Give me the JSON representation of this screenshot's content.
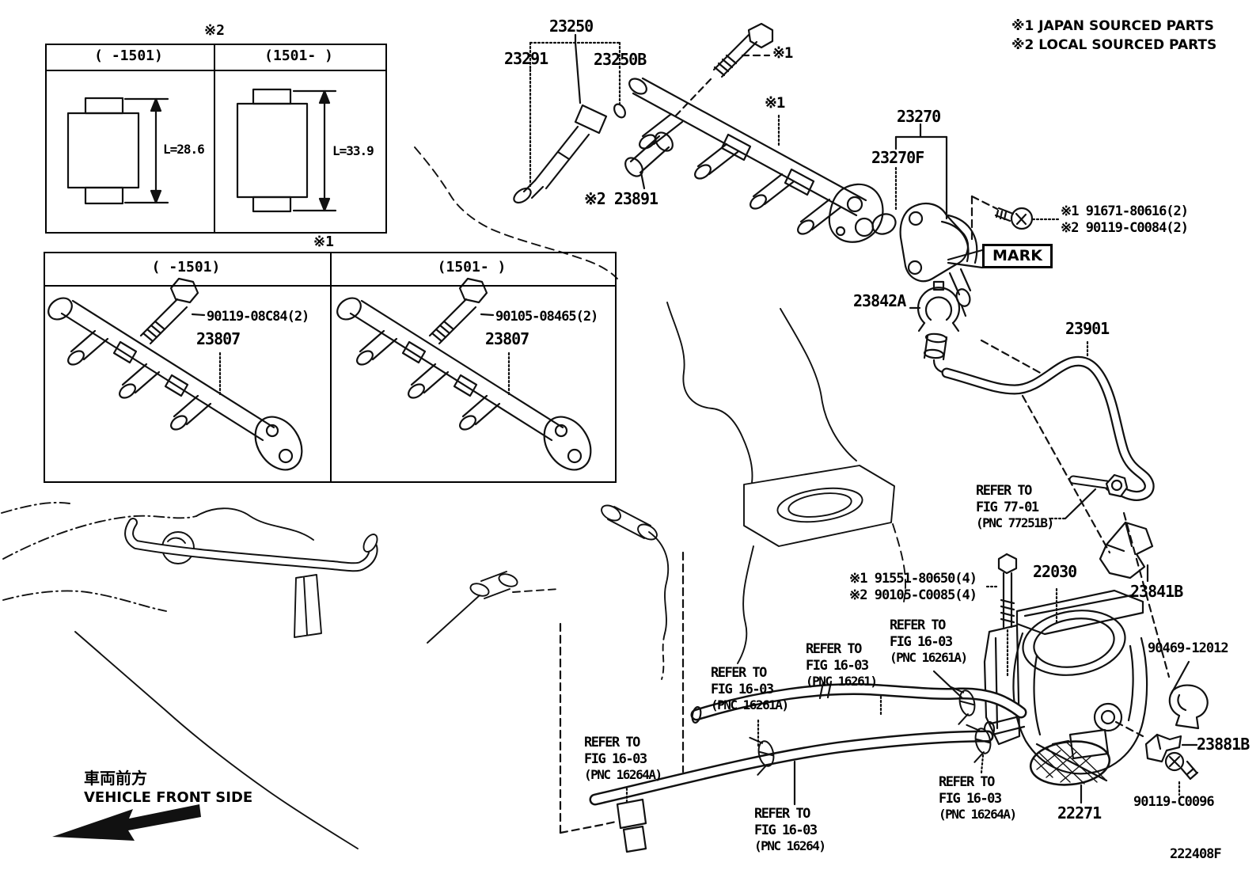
{
  "page": {
    "drawing_number": "222408F",
    "ink": "#000000",
    "paper": "#ffffff"
  },
  "legend": {
    "line1": "※1 JAPAN SOURCED PARTS",
    "line2": "※2 LOCAL SOURCED PARTS"
  },
  "vehicle_front": {
    "jp": "車両前方",
    "en": "VEHICLE FRONT SIDE"
  },
  "damper_table": {
    "title": "※2",
    "col_left": "(      -1501)",
    "col_right": "(1501-      )",
    "dim_left": "L=28.6",
    "dim_right": "L=33.9"
  },
  "rail_table": {
    "title": "※1",
    "col_left": "(      -1501)",
    "col_right": "(1501-      )",
    "left_bolt": "90119-08C84(2)",
    "left_rail": "23807",
    "right_bolt": "90105-08465(2)",
    "right_rail": "23807"
  },
  "callouts": {
    "rail_assy": "23250",
    "injector": "23291",
    "oring_upper": "23250B",
    "star1_bolt": "※1",
    "star1_rail": "※1",
    "damper": "※2 23891",
    "regulator": "23270",
    "regulator_oring": "23270F",
    "union_bolt_l1": "※1 91671-80616(2)",
    "union_bolt_l2": "※2 90119-C0084(2)",
    "mark": "MARK",
    "clip": "23842A",
    "hose": "23901",
    "tb_bolt_l1": "※1 91551-80650(4)",
    "tb_bolt_l2": "※2 90105-C0085(4)",
    "throttle_body": "22030",
    "clamp_rear": "23841B",
    "clamp_side": "90469-12012",
    "bracket": "23881B",
    "bracket_bolt": "90119-C0096",
    "gasket": "22271"
  },
  "refs": {
    "fig7701": {
      "l1": "REFER TO",
      "l2": "FIG 77-01",
      "l3": "(PNC 77251B)"
    },
    "fig16264a_left": {
      "l1": "REFER TO",
      "l2": "FIG 16-03",
      "l3": "(PNC 16264A)"
    },
    "fig16261a_mid": {
      "l1": "REFER TO",
      "l2": "FIG 16-03",
      "l3": "(PNC 16261A)"
    },
    "fig16261": {
      "l1": "REFER TO",
      "l2": "FIG 16-03",
      "l3": "(PNC 16261)"
    },
    "fig16261a_right": {
      "l1": "REFER TO",
      "l2": "FIG 16-03",
      "l3": "(PNC 16261A)"
    },
    "fig16264": {
      "l1": "REFER TO",
      "l2": "FIG 16-03",
      "l3": "(PNC 16264)"
    },
    "fig16264a_right": {
      "l1": "REFER TO",
      "l2": "FIG 16-03",
      "l3": "(PNC 16264A)"
    }
  }
}
